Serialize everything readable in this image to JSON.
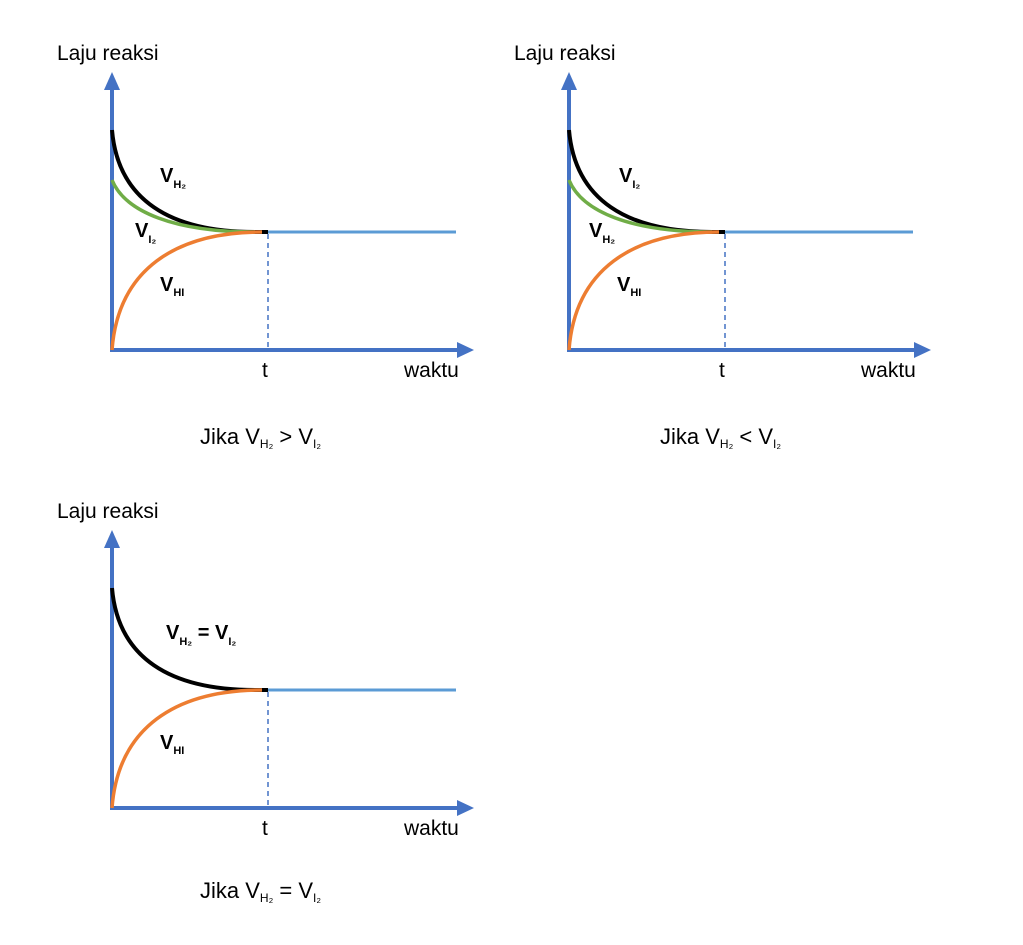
{
  "colors": {
    "axis": "#4472C4",
    "black_curve": "#000000",
    "green_curve": "#70AD47",
    "orange_curve": "#ED7D31",
    "equilibrium_line": "#5B9BD5",
    "dashed": "#4472C4"
  },
  "panels": [
    {
      "y_label": "Laju reaksi",
      "x_label": "waktu",
      "t_label": "t",
      "labels": {
        "top": {
          "main": "V",
          "sub": "H₂"
        },
        "middle": {
          "main": "V",
          "sub": "I₂"
        },
        "bottom": {
          "main": "V",
          "sub": "HI"
        }
      },
      "caption": {
        "prefix": "Jika V",
        "sub1": "H₂",
        "op": " > V",
        "sub2": "I₂"
      }
    },
    {
      "y_label": "Laju reaksi",
      "x_label": "waktu",
      "t_label": "t",
      "labels": {
        "top": {
          "main": "V",
          "sub": "I₂"
        },
        "middle": {
          "main": "V",
          "sub": "H₂"
        },
        "bottom": {
          "main": "V",
          "sub": "HI"
        }
      },
      "caption": {
        "prefix": "Jika V",
        "sub1": "H₂",
        "op": " < V",
        "sub2": "I₂"
      }
    },
    {
      "y_label": "Laju reaksi",
      "x_label": "waktu",
      "t_label": "t",
      "labels": {
        "top": {
          "main": "V",
          "sub": "H₂",
          "eq": " = V",
          "sub2": "I₂"
        },
        "bottom": {
          "main": "V",
          "sub": "HI"
        }
      },
      "caption": {
        "prefix": "Jika V",
        "sub1": "H₂",
        "op": " = V",
        "sub2": "I₂"
      }
    }
  ]
}
